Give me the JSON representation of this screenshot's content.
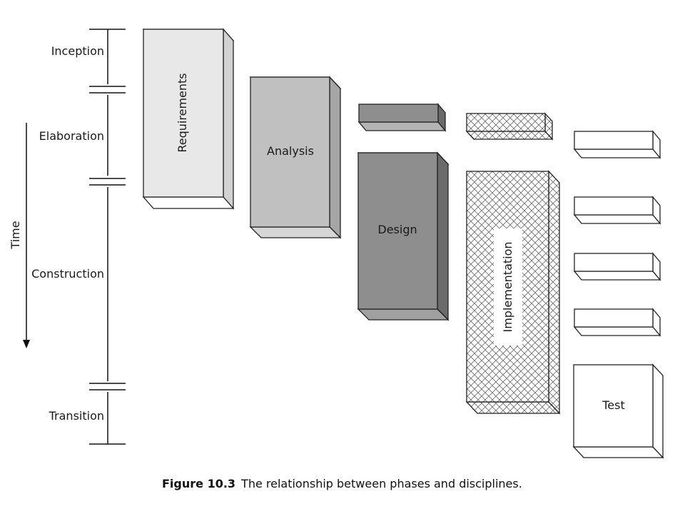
{
  "phases": {
    "inception": "Inception",
    "elaboration": "Elaboration",
    "construction": "Construction",
    "transition": "Transition"
  },
  "time_label": "Time",
  "disciplines": {
    "requirements": "Requirements",
    "analysis": "Analysis",
    "design": "Design",
    "implementation": "Implementation",
    "test": "Test"
  },
  "colors": {
    "requirements": "#e8e8e8",
    "analysis": "#c0c0c0",
    "design": "#8e8e8e",
    "test": "#ffffff"
  },
  "caption": {
    "number": "Figure 10.3",
    "text": "The relationship between phases and disciplines."
  }
}
